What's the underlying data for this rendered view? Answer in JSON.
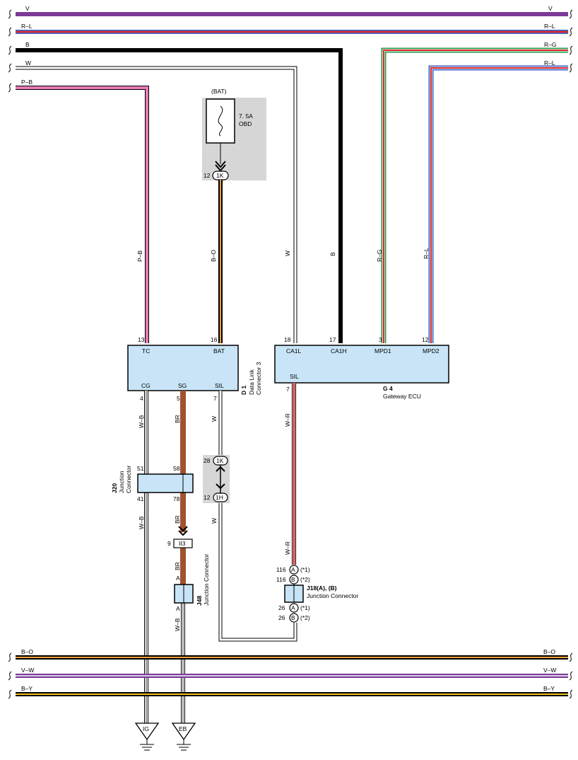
{
  "colors": {
    "violet": "#7b3a98",
    "red": "#e0262c",
    "blue": "#3d66c4",
    "black": "#000000",
    "green": "#2a9a4a",
    "pink": "#e57ab5",
    "orange": "#f2a23a",
    "brown": "#a0522d",
    "yellow": "#f0c020",
    "box_fill": "#c8e4f6",
    "shade": "#d6d6d6"
  },
  "buses_top": [
    {
      "label_left": "V",
      "label_right": "V"
    },
    {
      "label_left": "R–L",
      "label_right": "R–L"
    },
    {
      "label_left": "B",
      "label_right": "R–G"
    },
    {
      "label_left": "W",
      "label_right": "R–L"
    },
    {
      "label_left": "P–B"
    }
  ],
  "buses_bottom": [
    {
      "label_left": "B–O",
      "label_right": "B–O"
    },
    {
      "label_left": "V–W",
      "label_right": "V–W"
    },
    {
      "label_left": "B–Y",
      "label_right": "B–Y"
    }
  ],
  "fuse": {
    "source": "(BAT)",
    "rating": "7. 5A",
    "name": "OBD"
  },
  "connectors": {
    "c1k_top": {
      "pin": "12",
      "id": "1K"
    },
    "c1k_mid": {
      "pin": "28",
      "id": "1K"
    },
    "c1h": {
      "pin": "12",
      "id": "1H"
    },
    "ii3": {
      "pin": "9",
      "id": "II3"
    }
  },
  "wire_labels": {
    "pb": "P–B",
    "bo": "B–O",
    "w1": "W",
    "b": "B",
    "rg": "R–G",
    "rl": "R–L",
    "wb_top": "W–B",
    "br_top": "BR",
    "w_top": "W",
    "wr_top": "W–R",
    "wb_mid": "W–B",
    "br_mid": "BR",
    "w_mid": "W",
    "br_low": "BR",
    "wr_low": "W–R",
    "wb_low": "W–B"
  },
  "dlc": {
    "pins_top": [
      {
        "num": "13",
        "name": "TC"
      },
      {
        "num": "16",
        "name": "BAT"
      }
    ],
    "pins_bottom": [
      {
        "num": "4",
        "name": "CG"
      },
      {
        "num": "5",
        "name": "SG"
      },
      {
        "num": "7",
        "name": "SIL"
      }
    ],
    "code": "D 1",
    "name_line1": "Data Link",
    "name_line2": "Connector 3"
  },
  "gateway": {
    "pins_top": [
      {
        "num": "18",
        "name": "CA1L"
      },
      {
        "num": "17",
        "name": "CA1H"
      },
      {
        "num": "3",
        "name": "MPD1"
      },
      {
        "num": "12",
        "name": "MPD2"
      }
    ],
    "pin_bottom": {
      "num": "7",
      "name": "SIL"
    },
    "code": "G 4",
    "name": "Gateway ECU"
  },
  "j20": {
    "code": "J20",
    "name_line1": "Junction",
    "name_line2": "Connector",
    "pins": {
      "tl": "51",
      "tr": "58",
      "bl": "41",
      "br": "78"
    }
  },
  "j48": {
    "code": "J48",
    "name": "Junction Connector",
    "pin_top": "A",
    "pin_bottom": "A"
  },
  "j18": {
    "code": "J18(A), (B)",
    "name": "Junction Connector",
    "top_pins": [
      {
        "num": "116",
        "letter": "A",
        "note": "(*1)"
      },
      {
        "num": "116",
        "letter": "B",
        "note": "(*2)"
      }
    ],
    "bottom_pins": [
      {
        "num": "26",
        "letter": "A",
        "note": "(*1)"
      },
      {
        "num": "26",
        "letter": "B",
        "note": "(*2)"
      }
    ]
  },
  "grounds": [
    {
      "id": "IG"
    },
    {
      "id": "EB"
    }
  ]
}
